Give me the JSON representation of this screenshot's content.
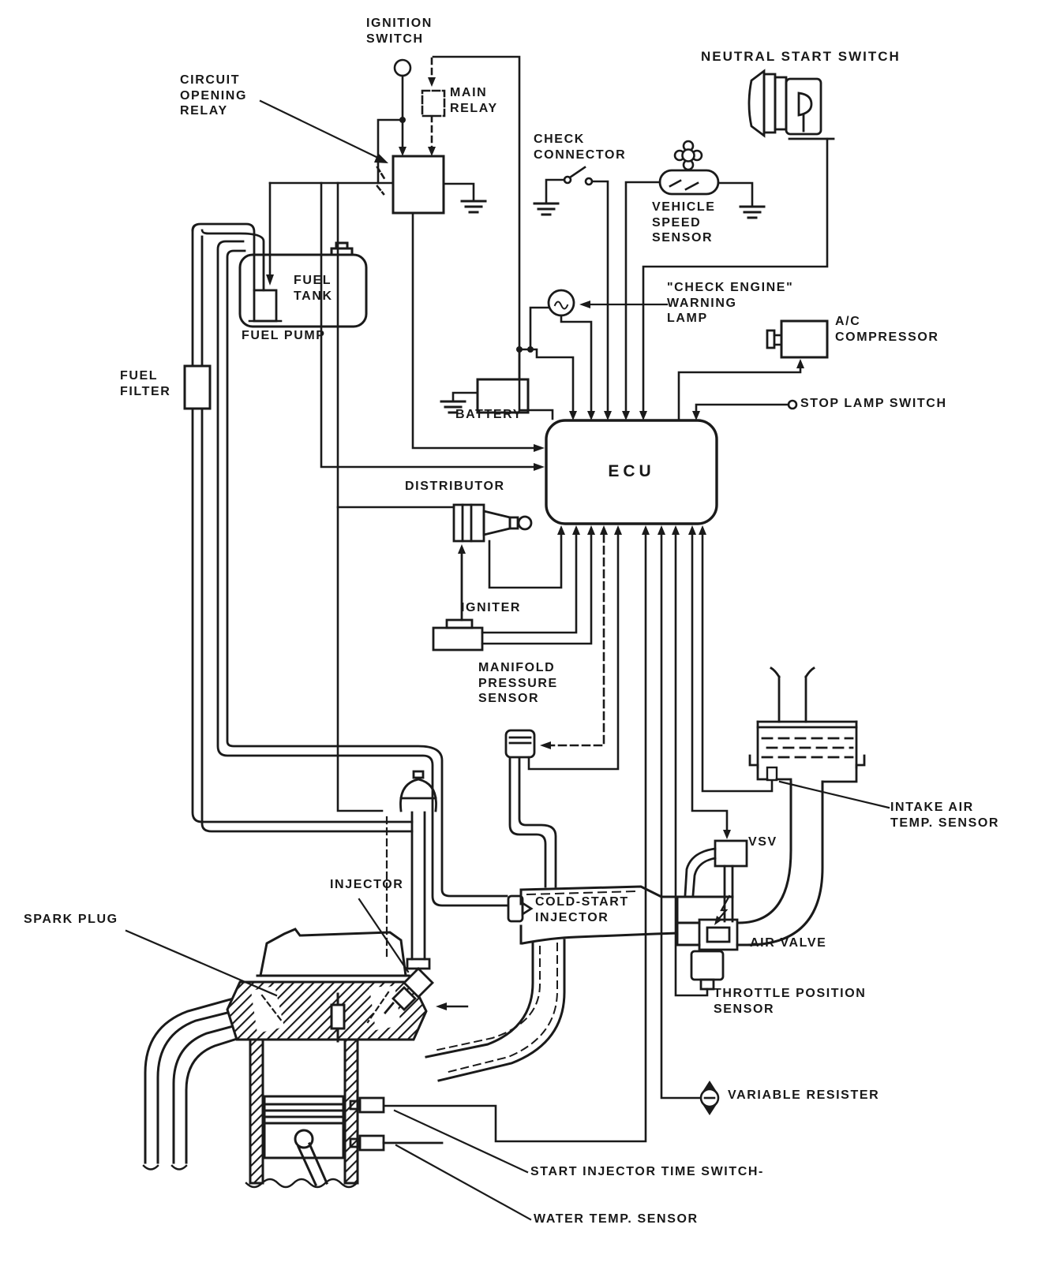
{
  "diagram": {
    "title": "EFI system schematic (scanned service-manual diagram)",
    "colors": {
      "ink": "#1a1a1a",
      "paper": "#ffffff"
    },
    "labels": {
      "ignition_switch": "IGNITION\nSWITCH",
      "circuit_opening_relay": "CIRCUIT\nOPENING\nRELAY",
      "main_relay": "MAIN\nRELAY",
      "neutral_start_switch": "NEUTRAL START SWITCH",
      "check_connector": "CHECK\nCONNECTOR",
      "vehicle_speed_sensor": "VEHICLE\nSPEED\nSENSOR",
      "check_engine_warning_lamp": "\"CHECK ENGINE\"\nWARNING\nLAMP",
      "ac_compressor": "A/C\nCOMPRESSOR",
      "stop_lamp_switch": "STOP LAMP SWITCH",
      "fuel_tank": "FUEL\nTANK",
      "fuel_pump": "FUEL PUMP",
      "fuel_filter": "FUEL\nFILTER",
      "battery": "BATTERY",
      "ecu": "ECU",
      "distributor": "DISTRIBUTOR",
      "igniter": "IGNITER",
      "manifold_pressure_sensor": "MANIFOLD\nPRESSURE\nSENSOR",
      "intake_air_temp_sensor": "INTAKE AIR\nTEMP. SENSOR",
      "vsv": "VSV",
      "injector": "INJECTOR",
      "cold_start_injector": "COLD-START\nINJECTOR",
      "air_valve": "AIR VALVE",
      "throttle_position_sensor": "THROTTLE POSITION\nSENSOR",
      "spark_plug": "SPARK PLUG",
      "variable_resister": "VARIABLE RESISTER",
      "start_injector_time_switch": "START INJECTOR TIME SWITCH-",
      "water_temp_sensor": "WATER TEMP. SENSOR"
    }
  }
}
